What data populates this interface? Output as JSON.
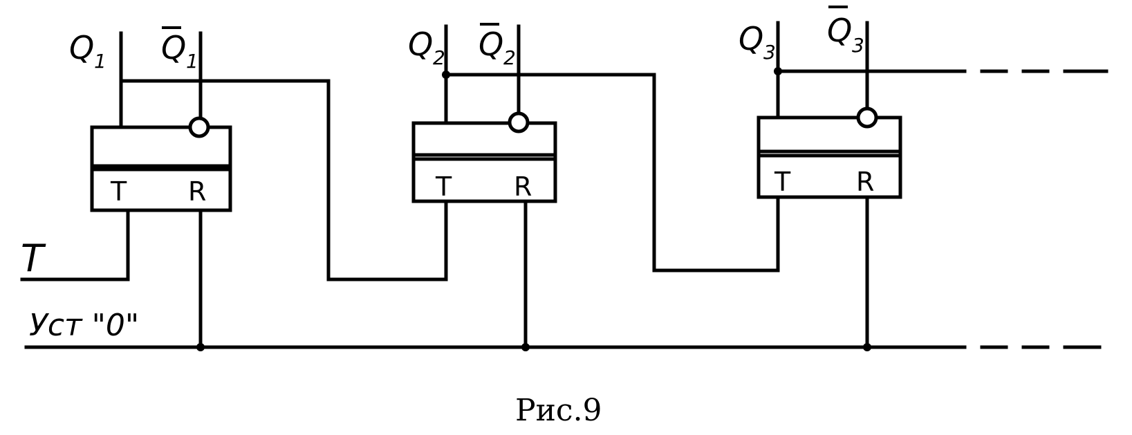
{
  "figure": {
    "caption": "Рис.9"
  },
  "flipflops": [
    {
      "q_main": "Q",
      "q_sub": "1",
      "qbar_main": "Q",
      "qbar_sub": "1",
      "pin_t": "T",
      "pin_r": "R"
    },
    {
      "q_main": "Q",
      "q_sub": "2",
      "qbar_main": "Q",
      "qbar_sub": "2",
      "pin_t": "T",
      "pin_r": "R"
    },
    {
      "q_main": "Q",
      "q_sub": "3",
      "qbar_main": "Q",
      "qbar_sub": "3",
      "pin_t": "T",
      "pin_r": "R"
    }
  ],
  "inputs": {
    "clock_label": "T",
    "reset_label": "Уст \"0\""
  }
}
